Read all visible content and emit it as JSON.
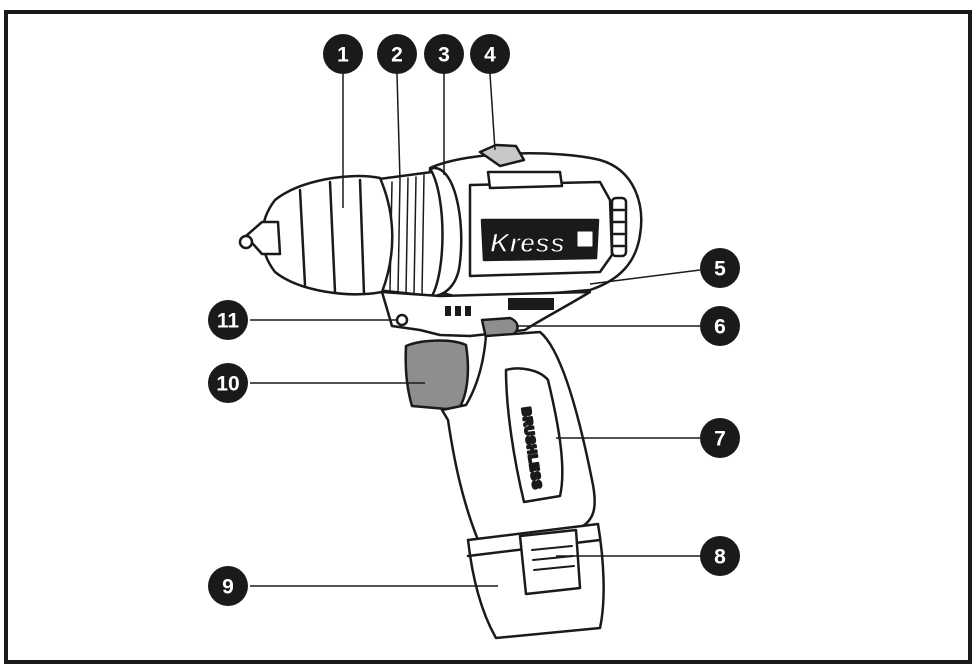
{
  "diagram": {
    "brand_label": "Kress",
    "handle_label": "BRUSHLESS",
    "callouts": [
      "1",
      "2",
      "3",
      "4",
      "5",
      "6",
      "7",
      "8",
      "9",
      "10",
      "11"
    ]
  },
  "colors": {
    "frame": "#1a1a1a",
    "outline": "#1a1a1a",
    "body": "#ffffff",
    "shade": "#c8c8c8",
    "trigger": "#8e8e8e",
    "badge": "#1a1a1a"
  }
}
